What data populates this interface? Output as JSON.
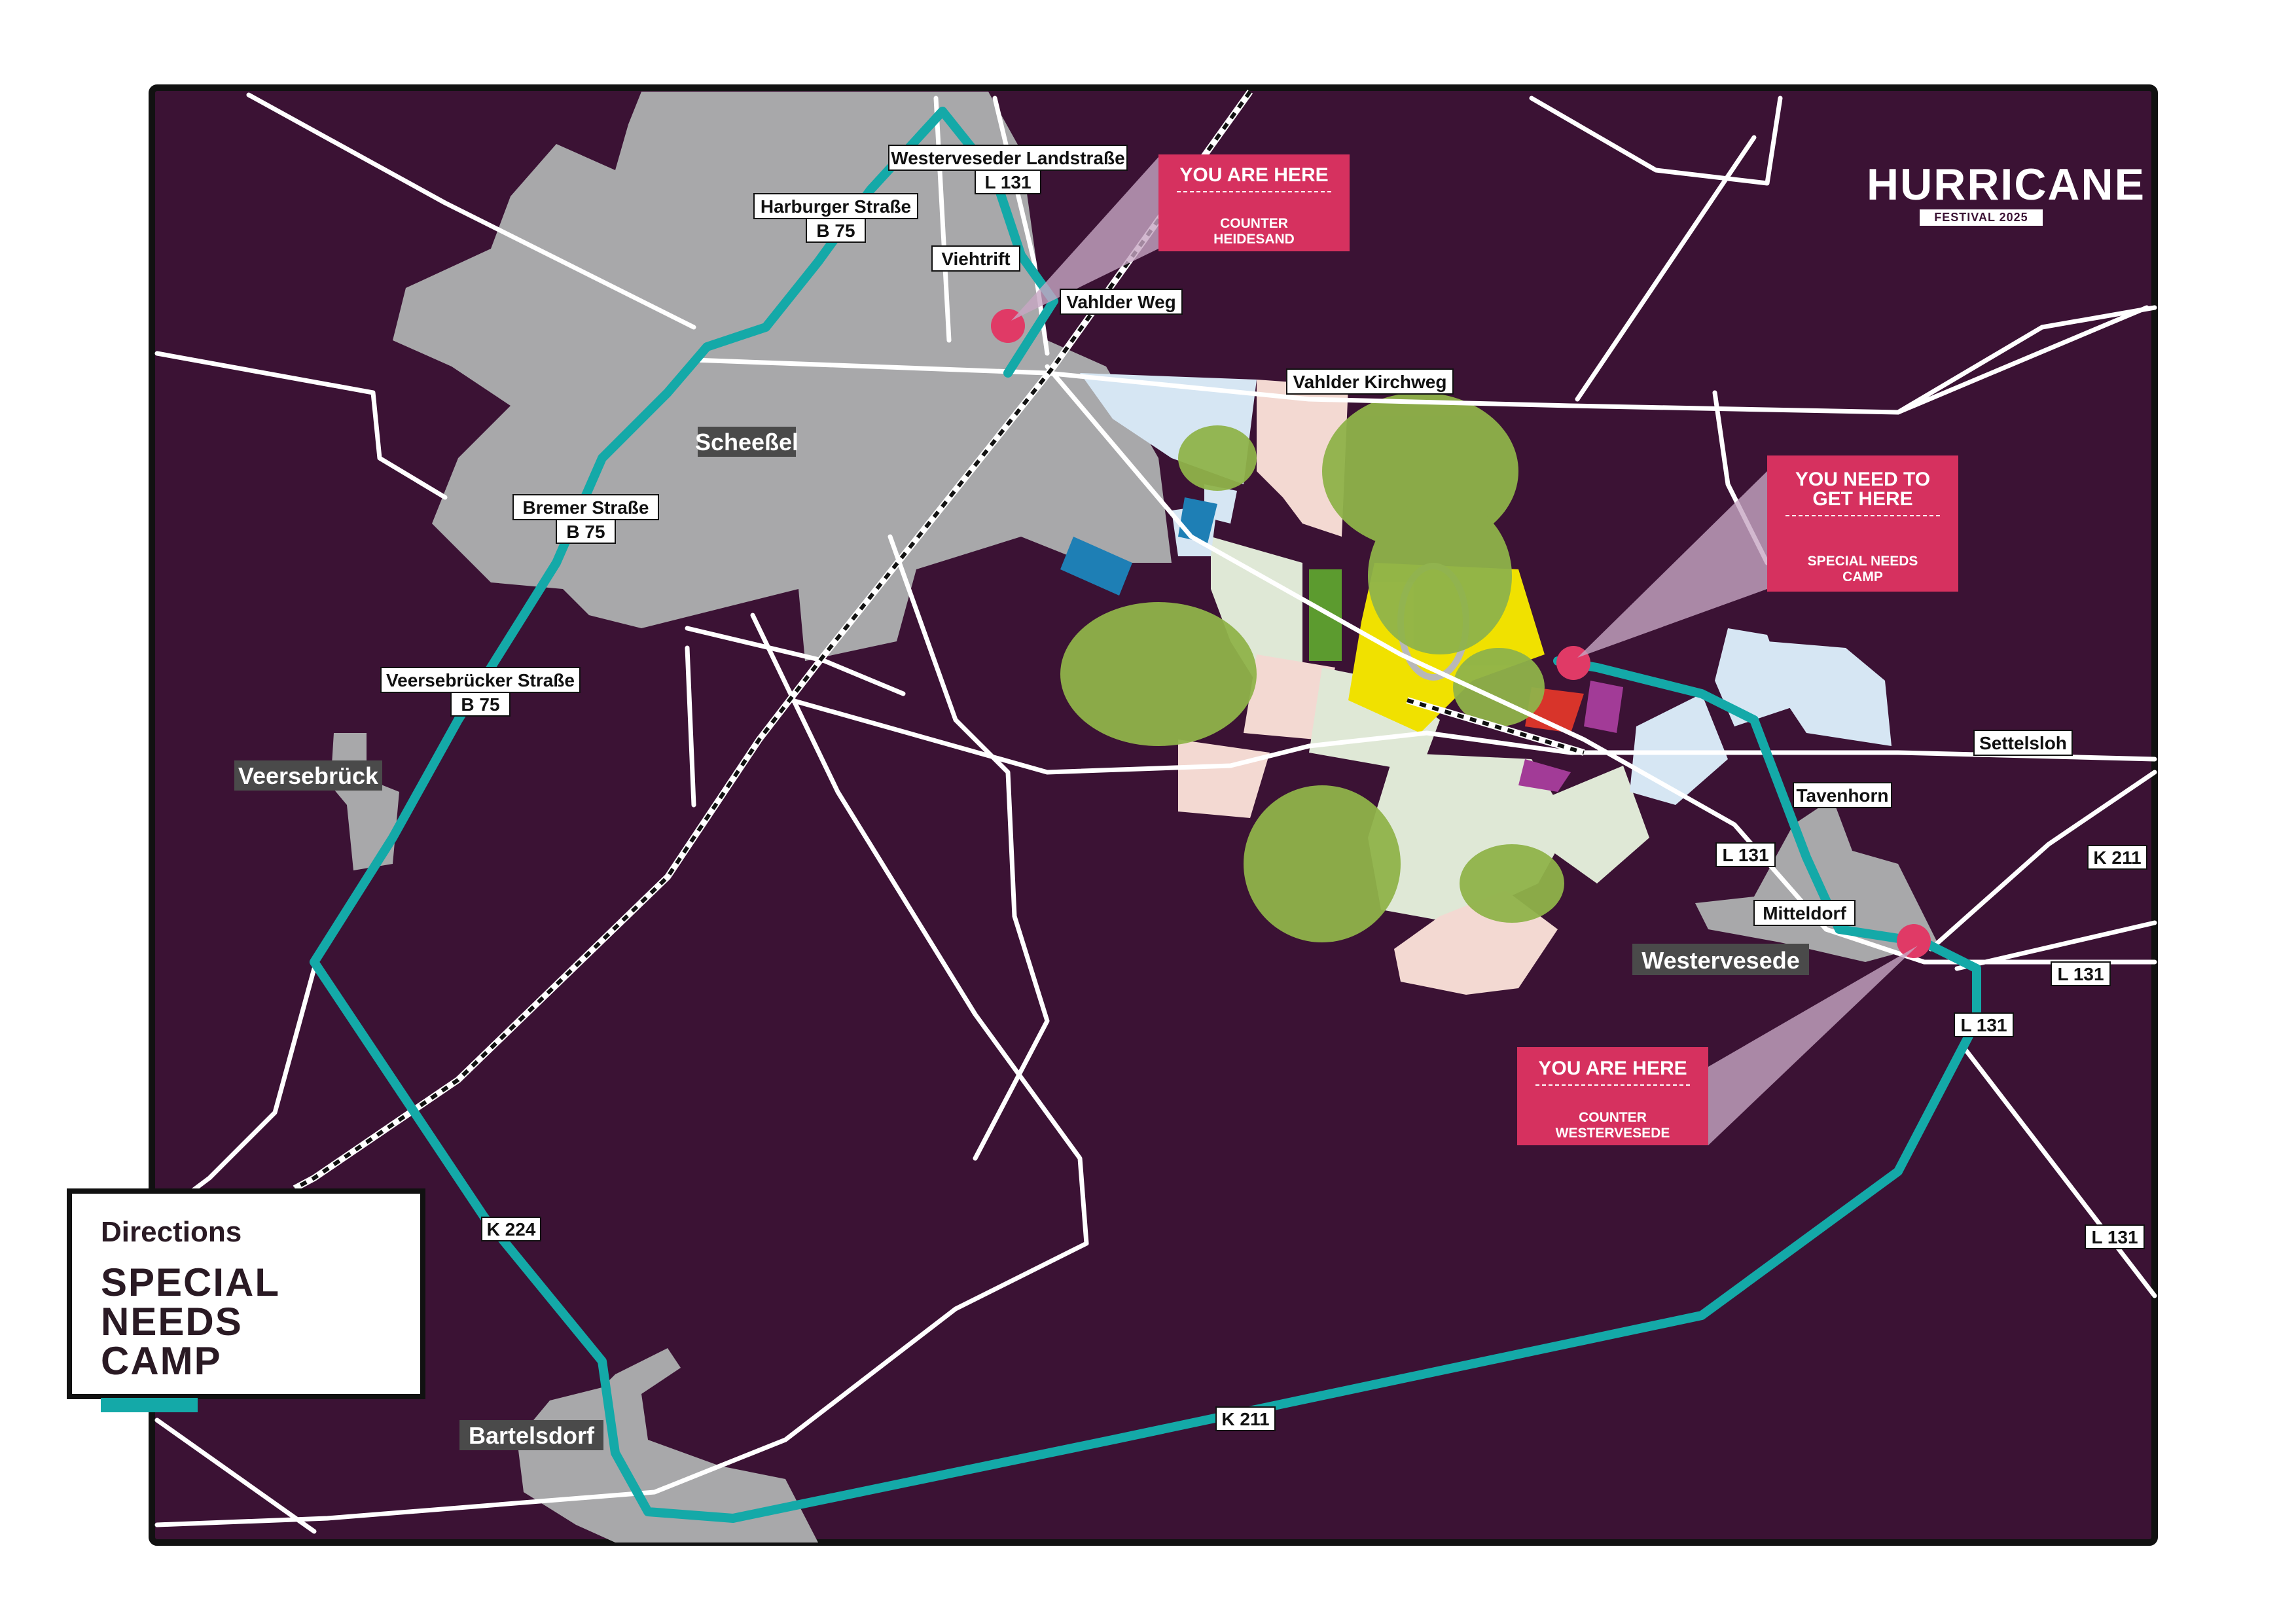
{
  "legend": {
    "heading": "Directions",
    "title_line1": "SPECIAL NEEDS",
    "title_line2": "CAMP"
  },
  "logo": {
    "name": "HURRICANE",
    "subtitle": "FESTIVAL 2025"
  },
  "colors": {
    "background": "#3b1234",
    "frame": "#111111",
    "route": "#14a9a8",
    "town": "#a8a8aa",
    "road": "#ffffff",
    "callout": "#d6315f",
    "marker": "#e03a66",
    "forest": "#8fb34a",
    "camp_light_blue": "#d6e6f3",
    "camp_pink": "#f3d9d2",
    "camp_light_green": "#dfe8d6",
    "yellow": "#f0e100",
    "red": "#d8342a",
    "blue": "#1e7fb5",
    "purple": "#a23b97",
    "green": "#5c9b2f"
  },
  "road_labels": {
    "westerveseder": "Westerveseder Landstraße",
    "l131_top": "L 131",
    "harburger": "Harburger Straße",
    "b75_top": "B 75",
    "viehtrift": "Viehtrift",
    "vahlder_weg": "Vahlder Weg",
    "vahlder_kirchweg": "Vahlder Kirchweg",
    "bremer": "Bremer Straße",
    "b75_mid": "B 75",
    "veersebruecker": "Veersebrücker Straße",
    "b75_low": "B 75",
    "settelsloh": "Settelsloh",
    "tavenhorn": "Tavenhorn",
    "l131_mid": "L 131",
    "mitteldorf": "Mitteldorf",
    "k211_right": "K 211",
    "l131_right": "L 131",
    "l131_south": "L 131",
    "l131_far": "L 131",
    "k224": "K 224",
    "k211_bottom": "K 211"
  },
  "place_labels": {
    "scheessel": "Scheeßel",
    "veersebrueck": "Veersebrück",
    "westervesede": "Westervesede",
    "bartelsdorf": "Bartelsdorf"
  },
  "callouts": {
    "heidesand": {
      "title": "YOU ARE HERE",
      "sub1": "COUNTER",
      "sub2": "HEIDESAND"
    },
    "camp": {
      "title1": "YOU NEED TO",
      "title2": "GET HERE",
      "sub1": "SPECIAL NEEDS",
      "sub2": "CAMP"
    },
    "westervesede": {
      "title": "YOU ARE HERE",
      "sub1": "COUNTER",
      "sub2": "WESTERVESEDE"
    }
  }
}
